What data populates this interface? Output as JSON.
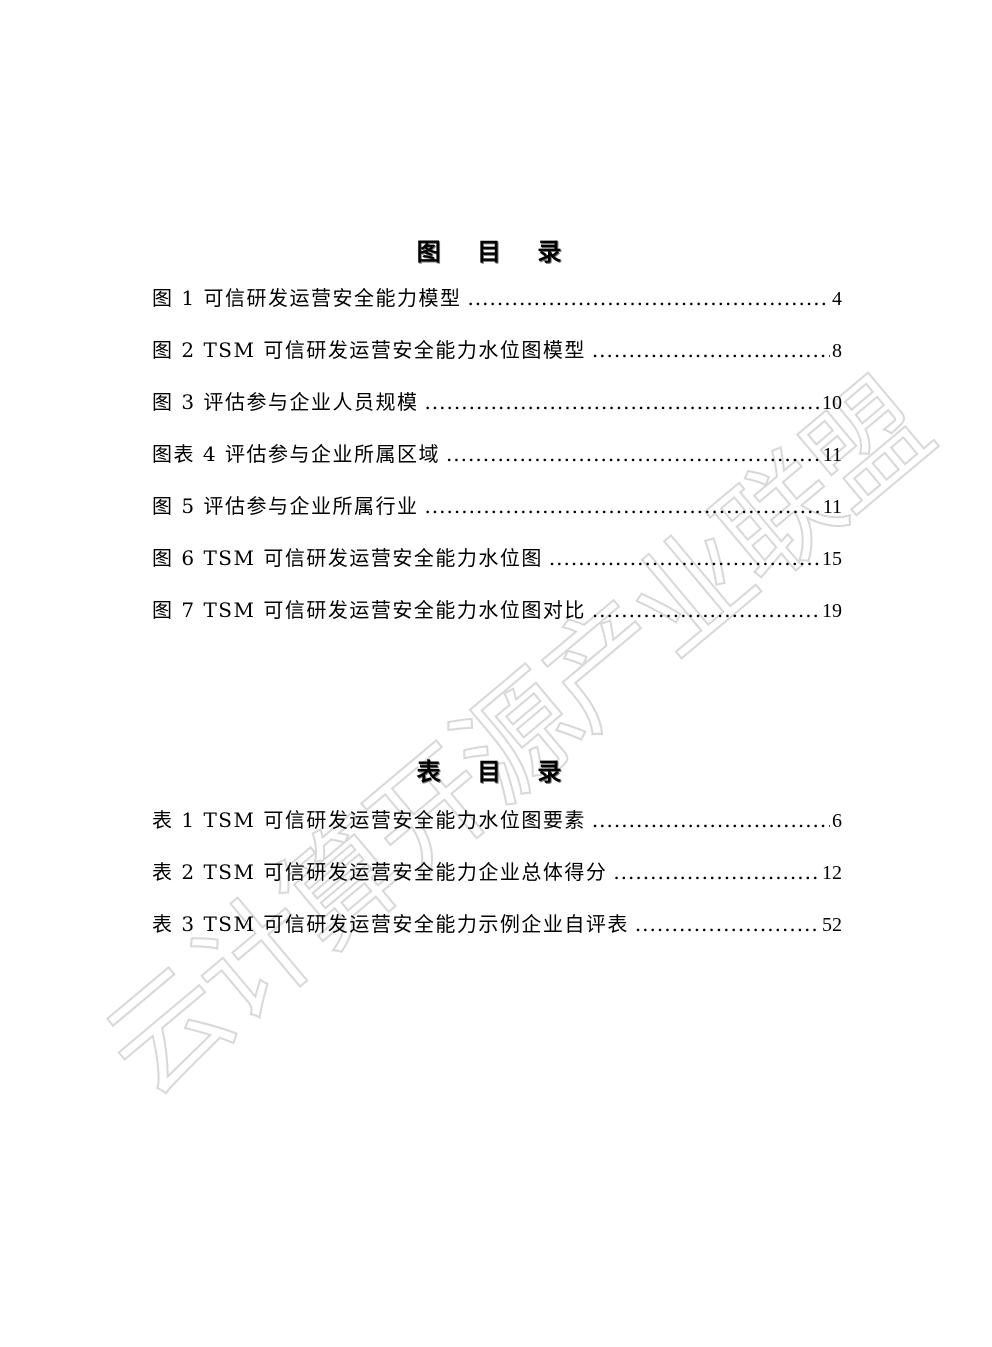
{
  "figures": {
    "title": "图 目 录",
    "items": [
      {
        "label": "图 1 可信研发运营安全能力模型",
        "page": "4"
      },
      {
        "label": "图 2 TSM 可信研发运营安全能力水位图模型",
        "page": "8"
      },
      {
        "label": "图 3 评估参与企业人员规模",
        "page": "10"
      },
      {
        "label": "图表 4 评估参与企业所属区域",
        "page": "11"
      },
      {
        "label": "图 5 评估参与企业所属行业",
        "page": "11"
      },
      {
        "label": "图 6 TSM 可信研发运营安全能力水位图",
        "page": "15"
      },
      {
        "label": "图 7 TSM 可信研发运营安全能力水位图对比",
        "page": "19"
      }
    ]
  },
  "tables": {
    "title": "表 目 录",
    "items": [
      {
        "label": "表 1 TSM 可信研发运营安全能力水位图要素",
        "page": "6"
      },
      {
        "label": "表 2 TSM 可信研发运营安全能力企业总体得分",
        "page": "12"
      },
      {
        "label": "表 3 TSM 可信研发运营安全能力示例企业自评表",
        "page": "52"
      }
    ]
  },
  "watermark": {
    "text": "云计算开源产业联盟",
    "color": "#d8d8d8"
  }
}
